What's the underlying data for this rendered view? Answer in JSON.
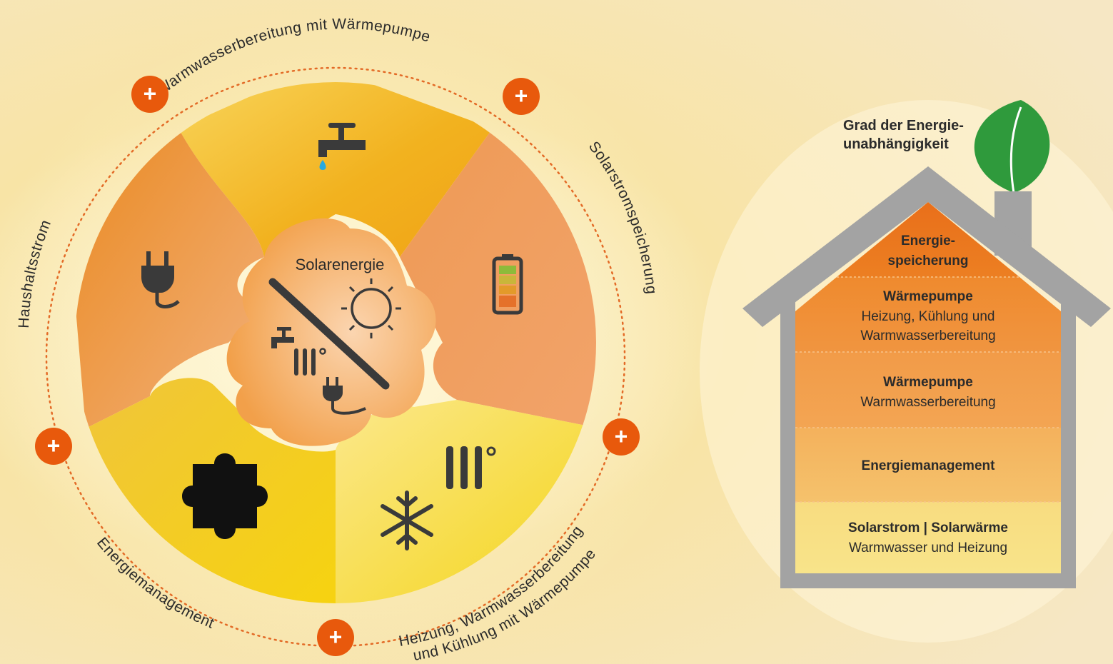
{
  "colors": {
    "bg_light": "#fbf1d6",
    "bg_warm": "#f6dc95",
    "accent": "#e8590c",
    "orange": "#ec8a2e",
    "orange_light": "#f3ac6a",
    "yellow": "#f5c51c",
    "yellow_light": "#fbe25a",
    "icon": "#3a3a3a",
    "house_frame": "#a3a3a3",
    "leaf": "#2f9a3c"
  },
  "cycle": {
    "center_label": "Solarenergie",
    "arc_labels": {
      "top": "Warmwasserbereitung mit Wärmepumpe",
      "right": "Solarstromspeicherung",
      "left": "Haushaltsstrom",
      "bottom_left": "Energiemanagement",
      "bottom_right_line1": "Heizung, Warmwasserbereitung",
      "bottom_right_line2": "und Kühlung mit Wärmepumpe"
    },
    "plus_symbol": "+",
    "icons": {
      "top": "water-tap-icon",
      "right": "battery-icon",
      "left": "power-plug-icon",
      "bottom_left": "puzzle-icon",
      "bottom_right_a": "radiator-icon",
      "bottom_right_b": "snowflake-icon",
      "center_a": "sun-icon",
      "center_b": "tap-icon",
      "center_c": "radiator-icon",
      "center_d": "power-plug-icon"
    }
  },
  "house": {
    "caption_line1": "Grad der Energie-",
    "caption_line2": "unabhängigkeit",
    "leaf_icon": "leaf-icon",
    "levels": [
      {
        "title": "Energie-",
        "subtitle": "speicherung",
        "bold_sub": true
      },
      {
        "title": "Wärmepumpe",
        "subtitle": "Heizung, Kühlung und",
        "subtitle2": "Warmwasserbereitung"
      },
      {
        "title": "Wärmepumpe",
        "subtitle": "Warmwasserbereitung"
      },
      {
        "title": "Energiemanagement"
      },
      {
        "title": "Solarstrom | Solarwärme",
        "subtitle": "Warmwasser und Heizung"
      }
    ]
  }
}
